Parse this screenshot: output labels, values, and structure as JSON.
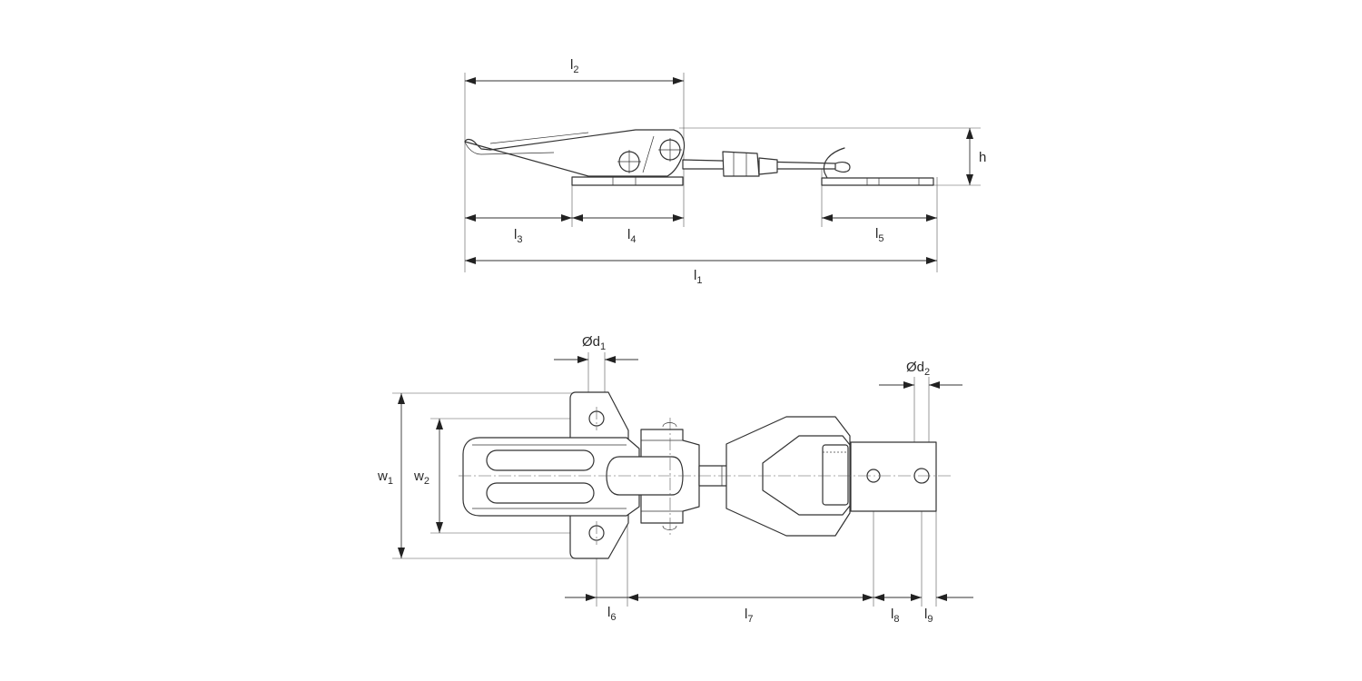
{
  "labels": {
    "l1": {
      "main": "l",
      "sub": "1"
    },
    "l2": {
      "main": "l",
      "sub": "2"
    },
    "l3": {
      "main": "l",
      "sub": "3"
    },
    "l4": {
      "main": "l",
      "sub": "4"
    },
    "l5": {
      "main": "l",
      "sub": "5"
    },
    "h": {
      "main": "h",
      "sub": ""
    },
    "d1": {
      "main": "Ød",
      "sub": "1"
    },
    "d2": {
      "main": "Ød",
      "sub": "2"
    },
    "w1": {
      "main": "w",
      "sub": "1"
    },
    "w2": {
      "main": "w",
      "sub": "2"
    },
    "l6": {
      "main": "l",
      "sub": "6"
    },
    "l7": {
      "main": "l",
      "sub": "7"
    },
    "l8": {
      "main": "l",
      "sub": "8"
    },
    "l9": {
      "main": "l",
      "sub": "9"
    }
  },
  "colors": {
    "line": "#333333",
    "background": "#ffffff"
  }
}
